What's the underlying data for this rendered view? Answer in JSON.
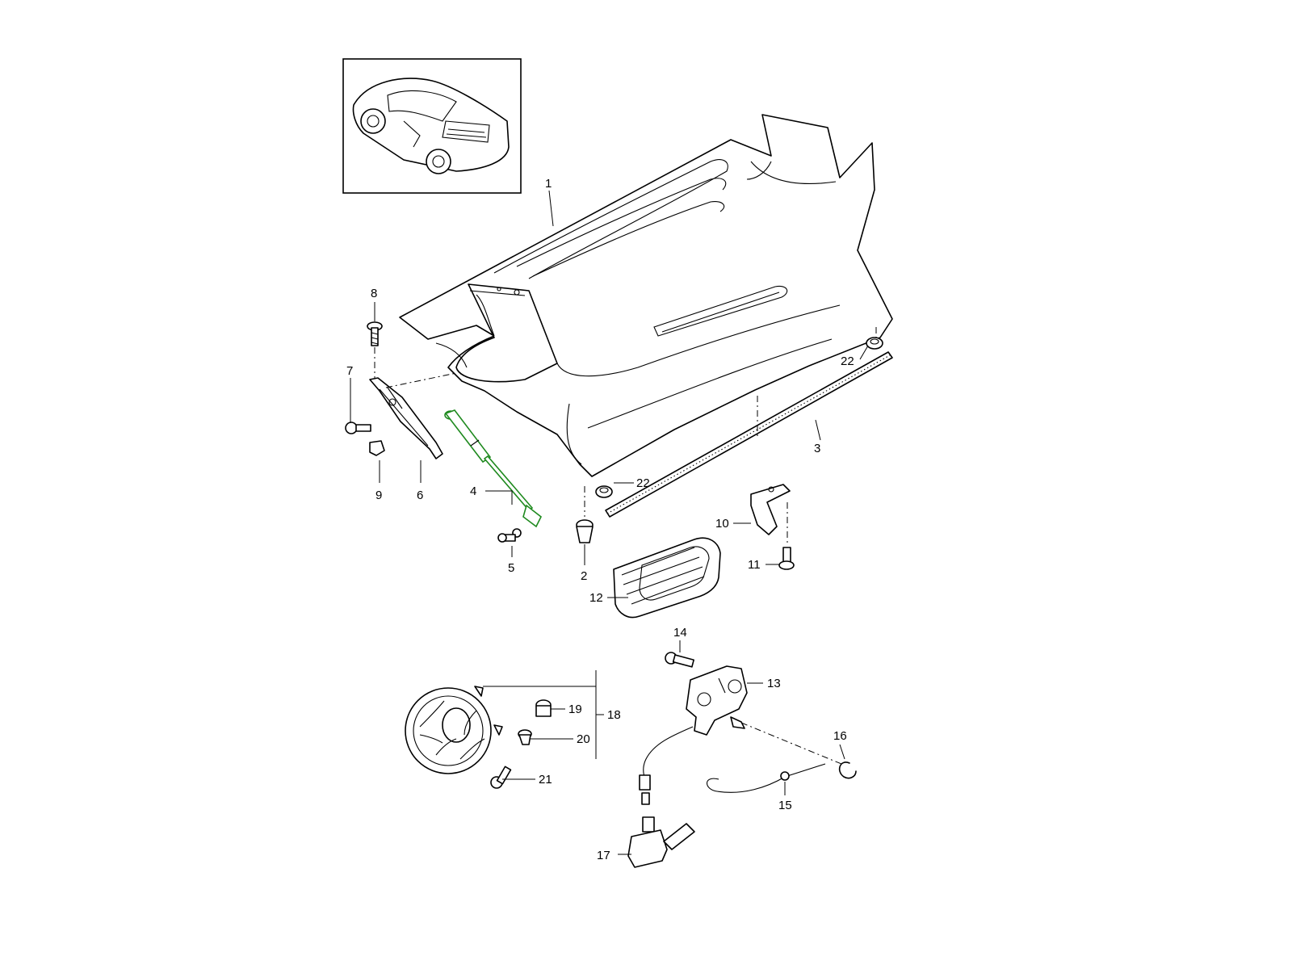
{
  "diagram": {
    "highlight_color": "#1f8a1f",
    "callouts": [
      {
        "id": "c1",
        "label": "1"
      },
      {
        "id": "c2",
        "label": "2"
      },
      {
        "id": "c3",
        "label": "3"
      },
      {
        "id": "c4",
        "label": "4"
      },
      {
        "id": "c5",
        "label": "5"
      },
      {
        "id": "c6",
        "label": "6"
      },
      {
        "id": "c7",
        "label": "7"
      },
      {
        "id": "c8",
        "label": "8"
      },
      {
        "id": "c9",
        "label": "9"
      },
      {
        "id": "c10",
        "label": "10"
      },
      {
        "id": "c11",
        "label": "11"
      },
      {
        "id": "c12",
        "label": "12"
      },
      {
        "id": "c13",
        "label": "13"
      },
      {
        "id": "c14",
        "label": "14"
      },
      {
        "id": "c15",
        "label": "15"
      },
      {
        "id": "c16",
        "label": "16"
      },
      {
        "id": "c17",
        "label": "17"
      },
      {
        "id": "c18",
        "label": "18"
      },
      {
        "id": "c19",
        "label": "19"
      },
      {
        "id": "c20",
        "label": "20"
      },
      {
        "id": "c21",
        "label": "21"
      },
      {
        "id": "c22a",
        "label": "22"
      },
      {
        "id": "c22b",
        "label": "22"
      }
    ]
  }
}
